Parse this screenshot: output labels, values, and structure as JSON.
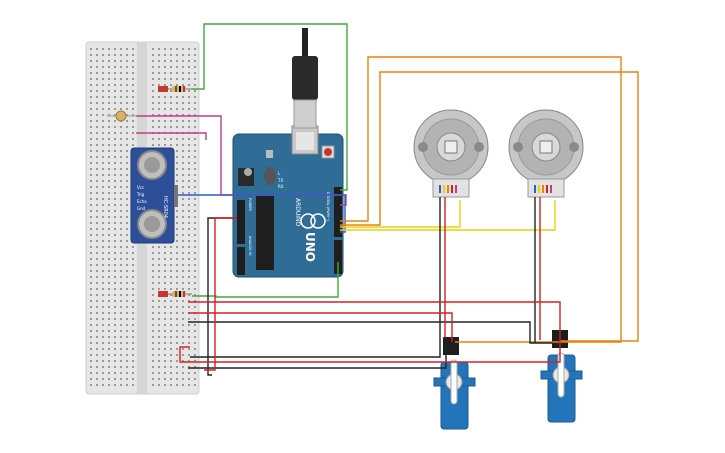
{
  "board": {
    "brand": "ARDUINO",
    "model": "UNO",
    "power_label": "POWER",
    "analog_label": "ANALOG IN",
    "digital_label": "DIGITAL (PWM~)",
    "tx_label": "TX",
    "rx_label": "RX",
    "l_label": "L"
  },
  "sensor": {
    "model": "HC-SR04",
    "pins": [
      "Vcc",
      "Trig",
      "Echo",
      "Gnd"
    ]
  },
  "colors": {
    "breadboard": "#e8e8e8",
    "arduino": "#2f6d96",
    "servo": "#2474b9",
    "wire_orange": "#e8820e",
    "wire_yellow": "#e8d10e",
    "wire_green": "#3faa3f",
    "wire_red": "#d62020",
    "wire_black": "#222222",
    "wire_magenta": "#c43b8a",
    "wire_blue": "#2a5ec9"
  }
}
